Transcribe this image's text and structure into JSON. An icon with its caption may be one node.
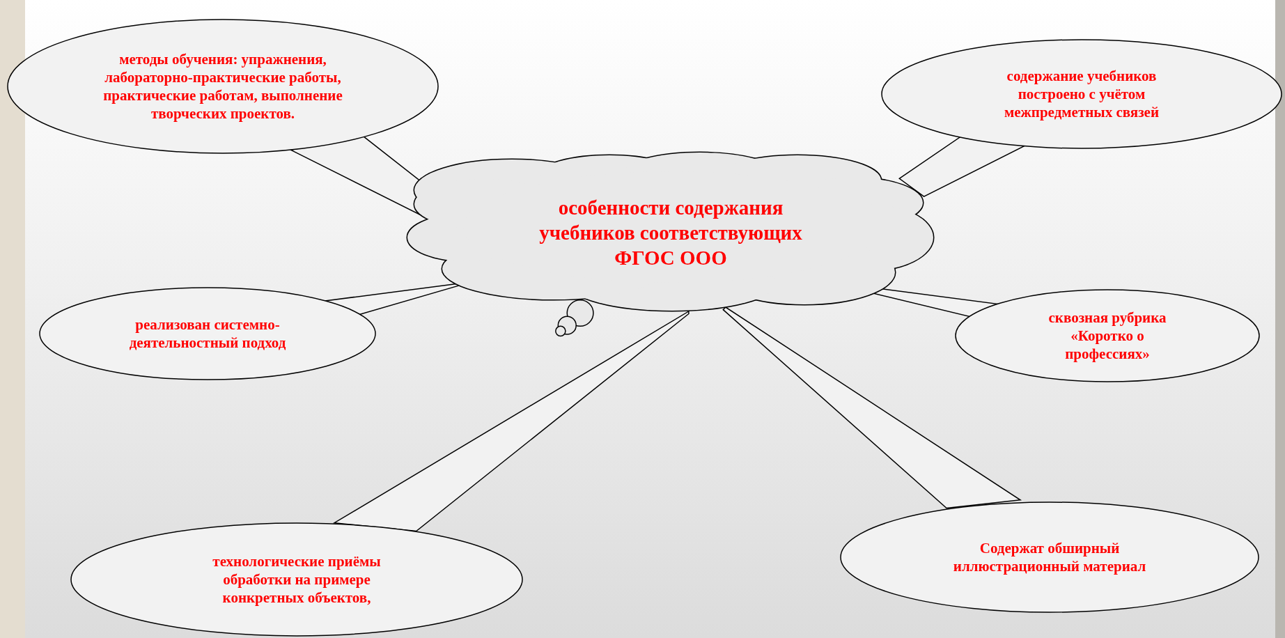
{
  "diagram": {
    "nodes": [
      {
        "text": [
          "особенности содержания учебников соответствующих ФГОС ООО"
        ]
      },
      {
        "text": [
          "методы обучения: упражнения, лабораторно-практические работы, практические работам, выполнение творческих проектов."
        ]
      },
      {
        "text": [
          "содержание учебников построено с учётом межпредметных связей"
        ]
      },
      {
        "text": [
          "реализован системно-деятельностный подход"
        ]
      },
      {
        "text": [
          "сквозная рубрика «Коротко о профессиях»"
        ]
      },
      {
        "text": [
          "технологические приёмы обработки на примере конкретных объектов,"
        ]
      },
      {
        "text": [
          "Содержат обширный иллюстрационный материал"
        ]
      }
    ],
    "edges": [
      {
        "from": 1,
        "to": 0,
        "arrow": "none"
      },
      {
        "from": 2,
        "to": 0,
        "arrow": "none"
      },
      {
        "from": 3,
        "to": 0,
        "arrow": "none"
      },
      {
        "from": 4,
        "to": 0,
        "arrow": "none"
      },
      {
        "from": 5,
        "to": 0,
        "arrow": "none"
      },
      {
        "from": 6,
        "to": 0,
        "arrow": "none"
      }
    ]
  }
}
